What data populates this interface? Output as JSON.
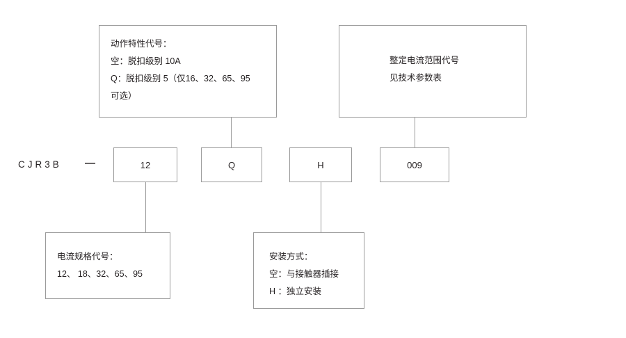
{
  "diagram": {
    "title": "CJR3B model designation diagram",
    "prefix": "CJR3B",
    "separator": "—",
    "code_boxes": [
      {
        "name": "current-rating-code",
        "value": "12"
      },
      {
        "name": "action-characteristic-code",
        "value": "Q"
      },
      {
        "name": "mounting-method-code",
        "value": "H"
      },
      {
        "name": "setting-current-range-code",
        "value": "009"
      }
    ],
    "notes": {
      "action_characteristic": {
        "lines": [
          "动作特性代号：",
          "空：脱扣级别 10A",
          "Q：脱扣级别 5（仅16、32、65、95",
          "可选）"
        ]
      },
      "setting_current_range": {
        "lines": [
          "整定电流范围代号",
          "见技术参数表"
        ]
      },
      "current_rating": {
        "lines": [
          "电流规格代号：",
          "12、  18、32、65、95"
        ]
      },
      "mounting_method": {
        "lines": [
          "安装方式：",
          "空：与接触器插接",
          "H ：独立安装"
        ]
      }
    },
    "colors": {
      "line": "#9a9a9a",
      "text": "#231f20",
      "background": "#ffffff"
    }
  }
}
